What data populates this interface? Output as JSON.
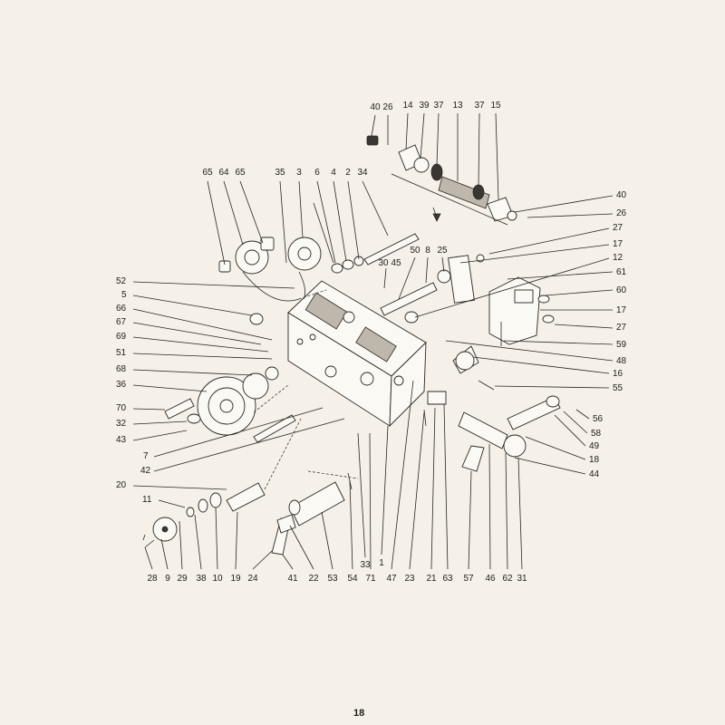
{
  "page_number": "18",
  "callouts": {
    "top_row": [
      "40",
      "26",
      "14",
      "39",
      "37",
      "13",
      "37",
      "15"
    ],
    "gear_row": [
      "65",
      "64",
      "65",
      "35",
      "3",
      "6",
      "4",
      "2",
      "34"
    ],
    "mid_top": [
      "30",
      "45",
      "50",
      "8",
      "25"
    ],
    "left_column": [
      "52",
      "5",
      "66",
      "67",
      "69",
      "51",
      "68",
      "36",
      "70",
      "32",
      "43",
      "7",
      "42",
      "20",
      "11"
    ],
    "right_column": [
      "40",
      "26",
      "27",
      "17",
      "12",
      "61",
      "60",
      "17",
      "27",
      "59",
      "48",
      "16",
      "55",
      "56",
      "58",
      "49",
      "18",
      "44"
    ],
    "bottom_row": [
      "28",
      "9",
      "29",
      "38",
      "10",
      "19",
      "24",
      "41",
      "22",
      "53",
      "54",
      "33",
      "71",
      "1",
      "47",
      "23",
      "21",
      "63",
      "57",
      "46",
      "62",
      "31"
    ]
  }
}
